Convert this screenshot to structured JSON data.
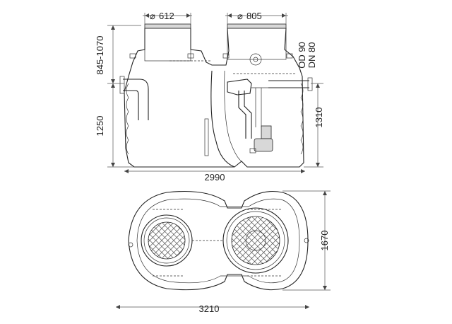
{
  "drawing": {
    "dimensions": {
      "inlet_cover_dia": "612",
      "outlet_cover_dia": "805",
      "upper_height": "845-1070",
      "lower_height": "1250",
      "outlet_height": "1310",
      "side_length": "2990",
      "plan_length": "3210",
      "plan_width": "1670"
    },
    "pipe_labels": {
      "od": "OD 90",
      "dn": "DN 80"
    },
    "diameter_symbol": "⌀"
  }
}
